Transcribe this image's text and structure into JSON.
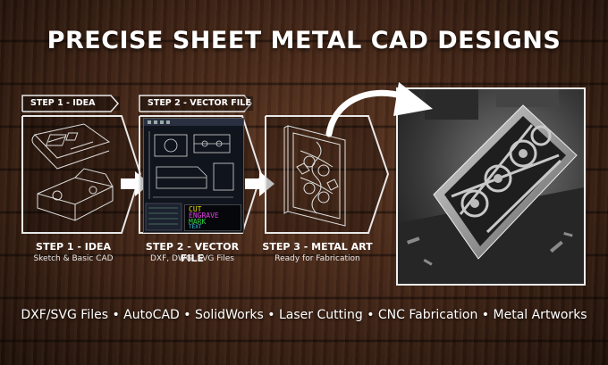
{
  "title": "PRECISE SHEET METAL CAD DESIGNS",
  "steps": [
    {
      "tab": "STEP 1 - IDEA",
      "caption": "STEP 1 - IDEA",
      "subcaption": "Sketch & Basic CAD"
    },
    {
      "tab": "STEP 2 - VECTOR FILE",
      "caption": "STEP 2 - VECTOR FILE",
      "subcaption": "DXF, DWG, SVG Files"
    },
    {
      "caption": "STEP 3 - METAL ART",
      "subcaption": "Ready for Fabrication"
    }
  ],
  "cad_screen_labels": [
    "CUT",
    "ENGRAVE",
    "MARK",
    "TEXT"
  ],
  "footer": "DXF/SVG Files • AutoCAD • SolidWorks • Laser Cutting • CNC Fabrication • Metal Artworks",
  "colors": {
    "wood_dark": "#1c0f08",
    "wood_mid": "#5a3420",
    "line_white": "#e8e8e8",
    "cad_yellow": "#f2e000",
    "cad_magenta": "#e040e0",
    "cad_green": "#30d040",
    "cad_cyan": "#40c8f0"
  },
  "icons": [
    "arrow-right-icon",
    "curved-arrow-icon"
  ]
}
